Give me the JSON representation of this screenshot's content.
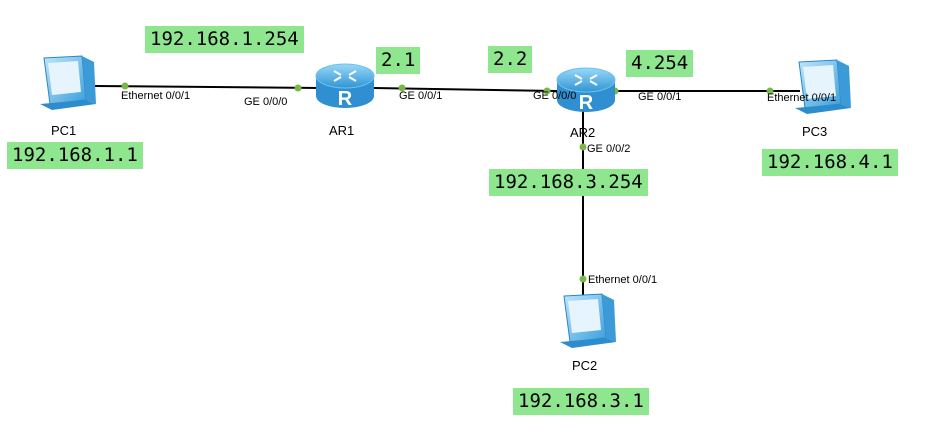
{
  "devices": {
    "pc1": {
      "name": "PC1",
      "icon": "pc-icon"
    },
    "pc2": {
      "name": "PC2",
      "icon": "pc-icon"
    },
    "pc3": {
      "name": "PC3",
      "icon": "pc-icon"
    },
    "ar1": {
      "name": "AR1",
      "icon": "router-icon"
    },
    "ar2": {
      "name": "AR2",
      "icon": "router-icon"
    }
  },
  "ports": {
    "pc1_eth": "Ethernet 0/0/1",
    "ar1_ge000": "GE 0/0/0",
    "ar1_ge001": "GE 0/0/1",
    "ar2_ge000": "GE 0/0/0",
    "ar2_ge001": "GE 0/0/1",
    "ar2_ge002": "GE 0/0/2",
    "pc3_eth": "Ethernet 0/0/1",
    "pc2_eth": "Ethernet 0/0/1"
  },
  "addresses": {
    "ar1_lan": "192.168.1.254",
    "pc1": "192.168.1.1",
    "ar1_wan": "2.1",
    "ar2_wan": "2.2",
    "ar2_pc3_side": "4.254",
    "pc3": "192.168.4.1",
    "ar2_pc2_side": "192.168.3.254",
    "pc2": "192.168.3.1"
  },
  "colors": {
    "label_background": "#8ee68e",
    "port_dot": "#7ab648",
    "router_body": "#4fb3e8",
    "pc_body": "#5cb8ee",
    "link": "#000000"
  }
}
